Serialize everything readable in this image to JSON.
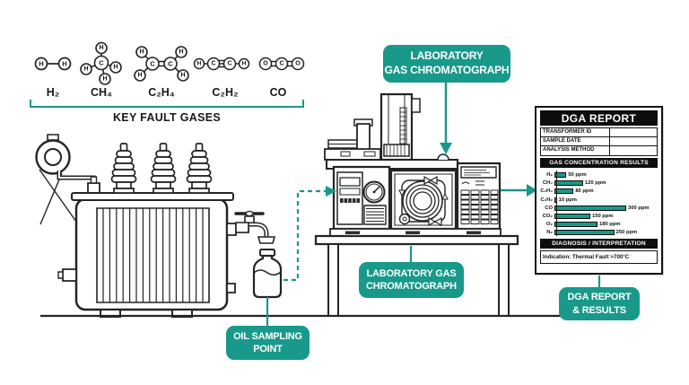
{
  "palette": {
    "teal": "#18998A",
    "ink": "#222426",
    "black": "#0d0d0d"
  },
  "key_fault_gases": {
    "caption": "KEY FAULT GASES",
    "molecules": {
      "h2": {
        "formula": "H₂",
        "a": [
          "H",
          "H"
        ]
      },
      "ch4": {
        "formula": "CH₄",
        "a": [
          "H",
          "H",
          "C",
          "H",
          "H"
        ]
      },
      "c2h4": {
        "formula": "C₂H₄",
        "a": [
          "H",
          "H",
          "C",
          "C",
          "H",
          "H"
        ]
      },
      "c2h2": {
        "formula": "C₂H₂",
        "a": [
          "H",
          "C",
          "C",
          "H"
        ]
      },
      "co": {
        "formula": "CO",
        "a": [
          "O",
          "C",
          "O"
        ]
      }
    }
  },
  "labels": {
    "chromatograph_top": [
      "LABORATORY",
      "GAS CHROMATOGRAPH"
    ],
    "chromatograph_bottom": [
      "LABORATORY GAS",
      "CHROMATOGRAPH"
    ],
    "oil_sampling": [
      "OIL SAMPLING",
      "POINT"
    ],
    "dga_results": [
      "DGA REPORT",
      "& RESULTS"
    ]
  },
  "report": {
    "title": "DGA REPORT",
    "info_rows": [
      "TRANSFORMER ID",
      "SAMPLE DATE",
      "ANALYSIS METHOD"
    ],
    "sections": {
      "results": "GAS CONCENTRATION RESULTS",
      "diagnosis": "DIAGNOSIS / INTERPRETATION"
    },
    "indication": "Indication: Thermal Fault >700°C"
  },
  "chart_data": {
    "type": "bar",
    "orientation": "horizontal",
    "title": "GAS CONCENTRATION RESULTS",
    "categories": [
      "H₂",
      "CH₄",
      "C₂H₄",
      "C₂H₂",
      "CO",
      "CO₂",
      "O₂",
      "N₂"
    ],
    "values": [
      50,
      120,
      80,
      10,
      300,
      150,
      180,
      250
    ],
    "unit": "ppm",
    "xlim": [
      0,
      300
    ],
    "bar_color": "#18998A",
    "grid": false,
    "legend": false
  }
}
